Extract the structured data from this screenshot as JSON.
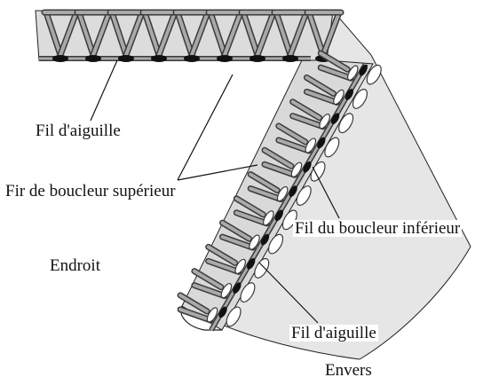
{
  "labels": {
    "needle_thread_top": "Fil d'aiguille",
    "upper_looper_thread": "Fir de boucleur supérieur",
    "lower_looper_thread": "Fil du boucleur inférieur",
    "right_side": "Endroit",
    "needle_thread_bottom": "Fil d'aiguille",
    "wrong_side": "Envers"
  },
  "colors": {
    "thread_fill": "#a9a9a9",
    "thread_outline": "#3a3a3a",
    "needle_stitch": "#111111",
    "fabric_back": "#e6e6e6",
    "fabric_front": "#d9d9d9",
    "outline": "#222222",
    "label_text": "#111111"
  }
}
